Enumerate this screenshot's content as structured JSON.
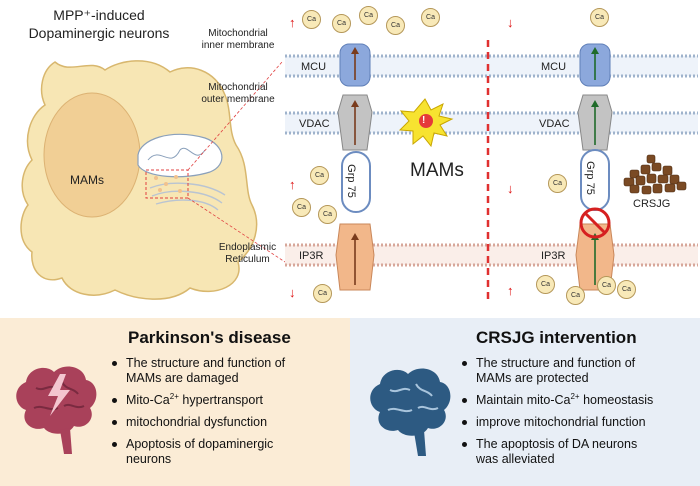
{
  "cell": {
    "title_line1": "MPP⁺-induced",
    "title_line2": "Dopaminergic neurons",
    "mams_label": "MAMs"
  },
  "annotations": {
    "inner_membrane": "Mitochondrial\ninner membrane",
    "outer_membrane": "Mitochondrial\nouter membrane",
    "er": "Endoplasmic\nReticulum"
  },
  "left_scheme": {
    "mcu": "MCU",
    "vdac": "VDAC",
    "grp75": "Grp 75",
    "ip3r": "IP3R",
    "mams": "MAMs",
    "warning": "!"
  },
  "right_scheme": {
    "mcu": "MCU",
    "vdac": "VDAC",
    "grp75": "Grp 75",
    "ip3r": "IP3R",
    "crsjg": "CRSJG"
  },
  "ca_label": "Ca",
  "arrows": {
    "up": "↑",
    "down": "↓"
  },
  "colors": {
    "cell_fill": "#f7e6b4",
    "nucleus_fill": "#f1cf95",
    "membrane": "#c9d6e6",
    "er_membrane": "#e8c2b6",
    "dashed_divider": "#e03030",
    "mcu": "#8ca8dc",
    "vdac": "#b8b8b8",
    "ip3r": "#f2b78a",
    "left_panel": "#fbecd6",
    "right_panel": "#e8eef6"
  },
  "parkinson": {
    "title": "Parkinson's disease",
    "items": [
      [
        "The structure and function of",
        "MAMs are damaged"
      ],
      [
        "Mito-Ca",
        "2+",
        " hypertransport"
      ],
      [
        " mitochondrial dysfunction"
      ],
      [
        "Apoptosis of dopaminergic",
        "neurons"
      ]
    ]
  },
  "crsjg": {
    "title": "CRSJG intervention",
    "items": [
      [
        "The structure and function of",
        "MAMs are protected"
      ],
      [
        "Maintain mito-Ca",
        "2+",
        " homeostasis"
      ],
      [
        "improve mitochondrial function"
      ],
      [
        "The apoptosis of DA neurons",
        "was alleviated"
      ]
    ]
  }
}
